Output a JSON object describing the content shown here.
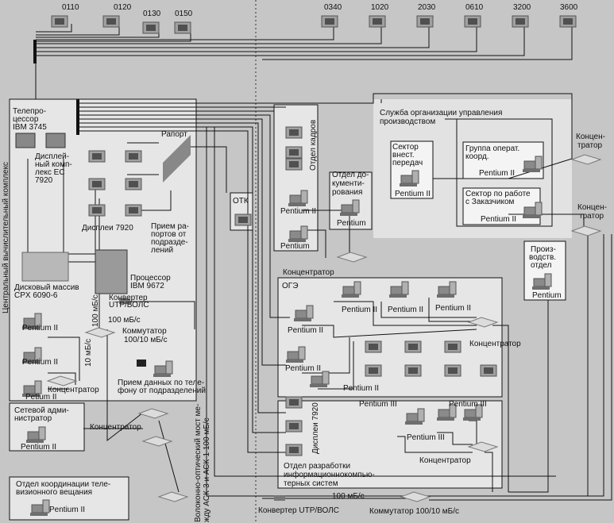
{
  "terminals_top_left": [
    "0110",
    "0120",
    "0130",
    "0150"
  ],
  "terminals_top_right": [
    "0340",
    "1020",
    "2030",
    "0610",
    "3200",
    "3600"
  ],
  "central": {
    "title": "Центральный вычислительный комплекс",
    "telecom_processor": [
      "Телепро-",
      "цессор",
      "IBM 3745"
    ],
    "display_complex": [
      "Дисплей-",
      "ный комп-",
      "лекс ЕС",
      "7920"
    ],
    "raport": "Рапорт",
    "displays": "Дисплеи 7920",
    "report_intake": [
      "Прием ра-",
      "портов от",
      "подразде-",
      "лений"
    ],
    "disk_array": [
      "Дисковый массив",
      "CPX 6090-6"
    ],
    "processor": [
      "Процессор",
      "IBM 9672"
    ],
    "converter": [
      "Конвертер",
      "UTP/ВОЛС"
    ],
    "speed_100_vertical": "100 мБ/с",
    "speed_100": "100 мБ/с",
    "switch": [
      "Коммутатор",
      "100/10 мБ/с"
    ],
    "speed_10_vertical": "10 мБ/с",
    "pcs": [
      "Pentium II",
      "Pentium II",
      "Petium II"
    ],
    "hub": "Концентратор",
    "phone_intake": [
      "Прием данных по теле-",
      "фону от подразделений"
    ]
  },
  "net_admin": {
    "title": [
      "Сетевой адми-",
      "нистратор"
    ],
    "pc": "Pentium II"
  },
  "hub_mid": "Концентратор",
  "tv_dept": {
    "title": [
      "Отдел координации теле-",
      "визионного вещания"
    ],
    "pc": "Pentium II"
  },
  "fiber_bridge": [
    "Волоконно-оптический мост ме-",
    "жду АСК-3 и АСК-1 100 мБ/с"
  ],
  "otk": "ОТК",
  "hr": {
    "title": "Отдел кадров",
    "pcs": [
      "Pentium II",
      "Pentium"
    ]
  },
  "docs": {
    "title": [
      "Отдел до-",
      "кументи-",
      "рования"
    ],
    "pc": "Pentium"
  },
  "hub_docs": "Концентратор",
  "service": {
    "title": [
      "Служба организации управления",
      "производством"
    ],
    "sector_transfer": {
      "title": [
        "Сектор",
        "внест.",
        "передач"
      ],
      "pc": "Pentium II"
    },
    "op_group": {
      "title": [
        "Группа операт.",
        "коорд."
      ],
      "pc": "Pentium II"
    },
    "customer_sector": {
      "title": [
        "Сектор по работе",
        "с Заказчиком"
      ],
      "pc": "Pentium II"
    }
  },
  "hub_right1": [
    "Концен-",
    "тратор"
  ],
  "hub_right2": [
    "Концен-",
    "тратор"
  ],
  "production": {
    "title": [
      "Произ-",
      "водств.",
      "отдел"
    ],
    "pc": "Pentium"
  },
  "oge": {
    "title": "ОГЭ",
    "pcs": [
      "Pentium II",
      "Pentium II",
      "Pentium II",
      "Pentium II",
      "Pentium II",
      "Pentium II"
    ],
    "hub": "Концентратор"
  },
  "dev": {
    "displays": "Дисплеи 7920",
    "pcs": [
      "Pentium III",
      "Pentium III",
      "Pentium III"
    ],
    "hub": "Концентратор",
    "title": [
      "Отдел разработки",
      "информационнокомпью-",
      "терных систем"
    ]
  },
  "bottom": {
    "speed": "100 мБ/с",
    "converter": "Конвертер UTP/ВОЛС",
    "switch": "Коммутатор 100/10 мБ/с"
  }
}
